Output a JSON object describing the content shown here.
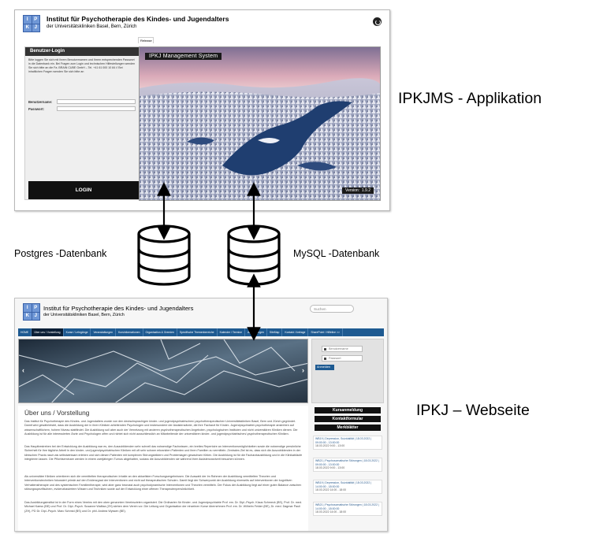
{
  "labels": {
    "application": "IPKJMS - Applikation",
    "website": "IPKJ – Webseite",
    "db_left": "Postgres -Datenbank",
    "db_right": "MySQL -Datenbank"
  },
  "app": {
    "institute_title": "Institut für Psychotherapie des Kindes- und Jugendalters",
    "institute_subtitle": "der Universitätskliniken Basel, Bern, Zürich",
    "login_header": "Benutzer-Login",
    "login_intro": "Bitte loggen Sie sich mit Ihrem Benutzernamen und Ihrem entsprechenden Passwort in die Datenbank ein. Bei Fragen zum Login und technischen Hilfestellungen wenden Sie sich bitte an die Fa. BRAIN CUBE GmbH – Tel. +41 61 000 10 84 // Bei inhaltlichen Fragen wenden Sie sich bitte an",
    "username_label": "Benutzername:",
    "password_label": "Passwort:",
    "login_button": "LOGIN",
    "tab_label": "Release",
    "system_label": "IPKJ Management System",
    "version_label": "Version:",
    "version_value": "1.9.2"
  },
  "web": {
    "institute_title": "Institut für Psychotherapie des Kindes- und Jugendalters",
    "institute_subtitle": "der Universitätskliniken Basel, Bern, Zürich",
    "search_placeholder": "Suchen",
    "nav_items": [
      "HOME",
      "Über uns / Vorstellung",
      "Kurse / Lehrgänge",
      "Veranstaltungen",
      "Kursinformationen",
      "Organisation & Gremien",
      "Spezifische Themenbereiche",
      "Kalender / Termine",
      "Anmeldungen",
      "SiteMap",
      "Kontakt / Anfrage",
      "SharePoint / Hilfeline >>"
    ],
    "login_user_placeholder": "Benutzername",
    "login_pass_placeholder": "Passwort",
    "login_button": "Anmelden",
    "main_heading": "Über uns / Vorstellung",
    "paragraphs": [
      "Das Institut für Psychotherapie des Kindes- und Jugendalters wurde von den deutschsprachigen kinder- und jugendpsychiatrischen/-psychotherapeutischen Universitätskliniken Basel, Bern und Zürich gegründet. Damit wird gewährleistet, dass die Ausbildung der in ihren Kliniken arbeitenden Psychologen und insbesondere der Assistenzärzte, die ihre Facharzt für Kinder- Jugendpsychiatrie/-psychotherapie anstreben auf wissenschaftlichem, hohem Niveau stattfindet. Die Ausbildung soll aber auch der Vernetzung mit anderen psychotherapeutischen Angeboten, psychologischen Instituten und nicht universitären Kliniken dienen. Die Ausbildung ist für alle interessierten Ärzte und Psychologen offen und richtet sich nicht ausschliesslich an Mitarbeitende der universitären kinder- und jugendpsychiatrischen/-psychotherapeutischen Kliniken.",
      "Das Hauptbestreben bei der Entwicklung der Ausbildung war es, den Auszubildenden sehr schnell das notwendige Fachwissen, ein breites Repertoire an Interventionsmöglichkeiten sowie die notwendige persönliche Sicherheit für ihre tägliche Arbeit in den kinder- und jugendpsychiatrischen Kliniken mit oft sehr schwer erkrankten Patienten und ihren Familien zu vermitteln. Zentrales Ziel ist es, dass sich die Auszubildenden in der klinischen Praxis rasch als selbstwirksam erleben und sich diesen Patienten mit komplexen Störungsbildern und Problemlagen gewachsen fühlen. Die Ausbildung ist für die Facharztausbildung und in die Klinikabläufe integrieren lassen. Die Pflichtseminare werden in einem zweijährigen Turnus abgehalten, sodass die Auszubildenden sie während ihrer Assistenzarztzeit besuchen können.",
      "Als universitäre Kliniken orientieren sich die vermittelten therapeutischen Inhalte an den aktuellsten Forschungsergebnissen. Die Auswahl der Im Rahmen der Ausbildung vermittelten Theorien und Interventionstechniken fokussiert primär auf den Evidenzgrad der Interventionen und nicht auf therapeutischen Schulen. Damit liegt der Schwerpunkt der Ausbildung einerseits auf Interventionen der kognitiven Verhaltenstherapie und des systemischen Familientherapie, wird aber ganz bewusst auch psychodynamische Interventionen und Theorien vermitteln. Der Fokus der Ausbildung liegt auf einer guten Balance zwischen störungsspezifischem, evidenzbasiertem Wissen und Techniken sowie auf der Entwicklung einer offenen Therapeutenpersönlichkeit.",
      "Das Ausbildungsinstitut ist in der Form eines Vereins mit den oben genannten Vereinszielen organisiert. Die Ordinarien für Kinder- und Jugendpsychiatrie Prof. em. Dr. Dipl.-Psych. Klaus Schmeck (BS), Prof. Dr. med. Michael Kaess (BE) und Prof. Dr. Dipl.-Psych. Susanne Walitza (ZH) stehen dem Verein vor. Die Leitung und Organisation der einzelnen Kurse übernehmen Prof. em. Dr. Wilhelm Felder (BE), Dr. med. Dagmar Pauli (ZH), PD Dr. Dipl.-Psych. Marc Schmid (BS) und Dr. phil. Andrea Wyssen (BE)."
    ],
    "side_buttons": [
      "Kursanmeldung",
      "Kontaktformular",
      "Merkblätter"
    ],
    "events": [
      {
        "title": "WB19 | Depression, Suizidalität | 18.03.2022 | 09:00:00 - 13:00:00",
        "time": "18.03.2022 9:00 - 13:00"
      },
      {
        "title": "WB21 | Psychosomatische Störungen | 18.03.2022 | 09:00:00 - 13:00:00",
        "time": "18.03.2022 9:00 - 13:00"
      },
      {
        "title": "WB19 | Depression, Suizidalität | 18.03.2022 | 14:00:00 - 18:00:00",
        "time": "18.03.2022 14:00 - 18:00"
      },
      {
        "title": "WB21 | Psychosomatische Störungen | 18.03.2022 | 14:00:00 - 18:00:00",
        "time": "18.03.2022 14:00 - 18:00"
      }
    ]
  }
}
